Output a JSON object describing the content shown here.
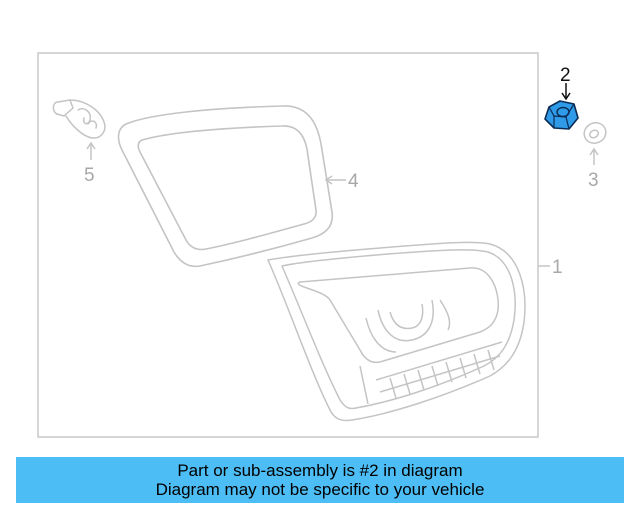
{
  "diagram": {
    "callouts": [
      {
        "number": "1",
        "part": "tail-lamp-assembly",
        "highlighted": false
      },
      {
        "number": "2",
        "part": "nut",
        "highlighted": true
      },
      {
        "number": "3",
        "part": "washer",
        "highlighted": false
      },
      {
        "number": "4",
        "part": "inner-lens",
        "highlighted": false
      },
      {
        "number": "5",
        "part": "bulb",
        "highlighted": false
      }
    ],
    "colors": {
      "line": "#c4c4c4",
      "frame": "#c8c8c8",
      "highlight_fill": "#2f9be8",
      "highlight_stroke": "#0b2b55",
      "callout_text": "#a8a8a8",
      "callout_highlight_text": "#111111"
    }
  },
  "banner": {
    "line1": "Part or sub-assembly is #2 in diagram",
    "line2": "Diagram may not be specific to your vehicle",
    "background": "#4dbdf5"
  }
}
